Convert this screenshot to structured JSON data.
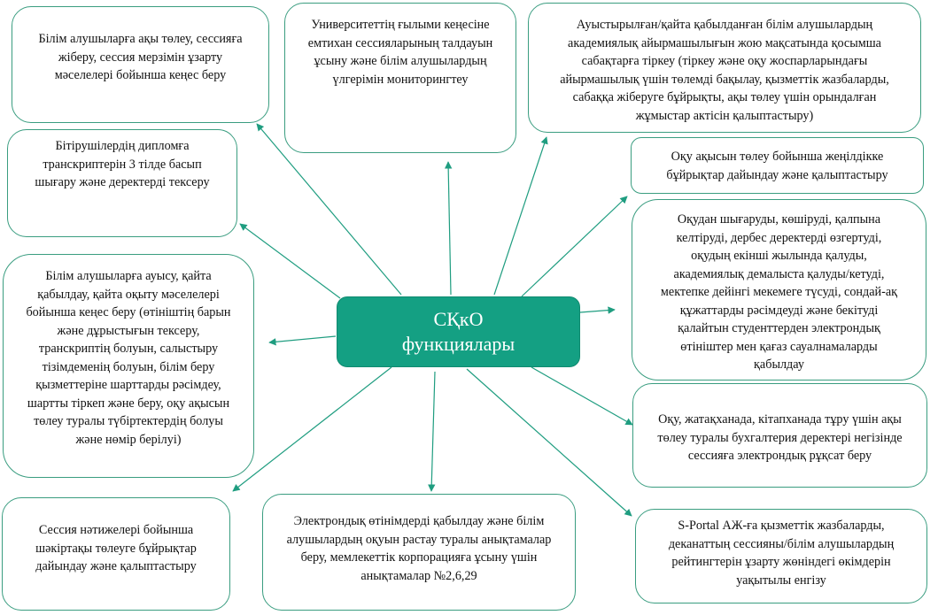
{
  "center": {
    "title": "СҚкО функциялары"
  },
  "colors": {
    "accent": "#14a083",
    "line": "#1f9d80"
  },
  "boxes": {
    "payment_consult": "Білім алушыларға  ақы төлеу, сессияға жіберу, сессия мерзімін ұзарту мәселелері бойынша  кеңес беру",
    "university_council": "Университеттің ғылыми кеңесіне емтихан сессияларының талдауын ұсыну және білім алушылардың үлгерімін мониторингтеу",
    "additional_classes": "Ауыстырылған/қайта қабылданған білім алушылардың академиялық айырмашылығын жою мақсатында қосымша сабақтарға тіркеу (тіркеу және оқу жоспарларындағы айырмашылық үшін төлемді бақылау, қызметтік жазбаларды, сабаққа жіберуге бұйрықты, ақы төлеу үшін орындалған жұмыстар актісін қалыптастыру)",
    "diploma_transcripts": "Бітірушілердің дипломға транскриптерін 3 тілде басып шығару және деректерді тексеру",
    "tuition_discount": "Оқу ақысын төлеу бойынша жеңілдікке бұйрықтар дайындау және қалыптастыру",
    "applications": "Оқудан шығаруды, көшіруді, қалпына келтіруді, дербес деректерді өзгертуді, оқудың екінші жылында қалуды, академиялық демалыста қалуды/кетуді, мектепке дейінгі мекемеге түсуді, сондай-ақ құжаттарды рәсімдеуді және бекітуді қалайтын студенттерден электрондық өтініштер мен қағаз сауалнамаларды қабылдау",
    "transfer_consult": "Білім алушыларға ауысу, қайта қабылдау, қайта оқыту мәселелері бойынша кеңес беру (өтініштің барын және дұрыстығын тексеру, транскриптің болуын,  салыстыру тізімдеменің болуын, білім беру қызметтеріне шарттарды рәсімдеу, шартты тіркеп және беру, оқу ақысын төлеу туралы түбіртектердің болуы және нөмір берілуі)",
    "session_permission": "Оқу, жатақханада, кітапханада тұру үшін ақы төлеу туралы бухгалтерия деректері негізінде сессияға электрондық рұқсат беру",
    "scholarship_orders": "Сессия нәтижелері бойынша шәкіртақы төлеуге бұйрықтар дайындау және қалыптастыру",
    "certificates": "Электрондық өтінімдерді қабылдау және білім алушылардың оқуын растау туралы анықтамалар беру, мемлекеттік корпорацияға ұсыну үшін анықтамалар №2,6,29",
    "sportal": "S-Portal АЖ-ға қызметтік жазбаларды, деканаттың сессияны/білім алушылардың рейтингтерін ұзарту жөніндегі өкімдерін уақытылы енгізу"
  }
}
